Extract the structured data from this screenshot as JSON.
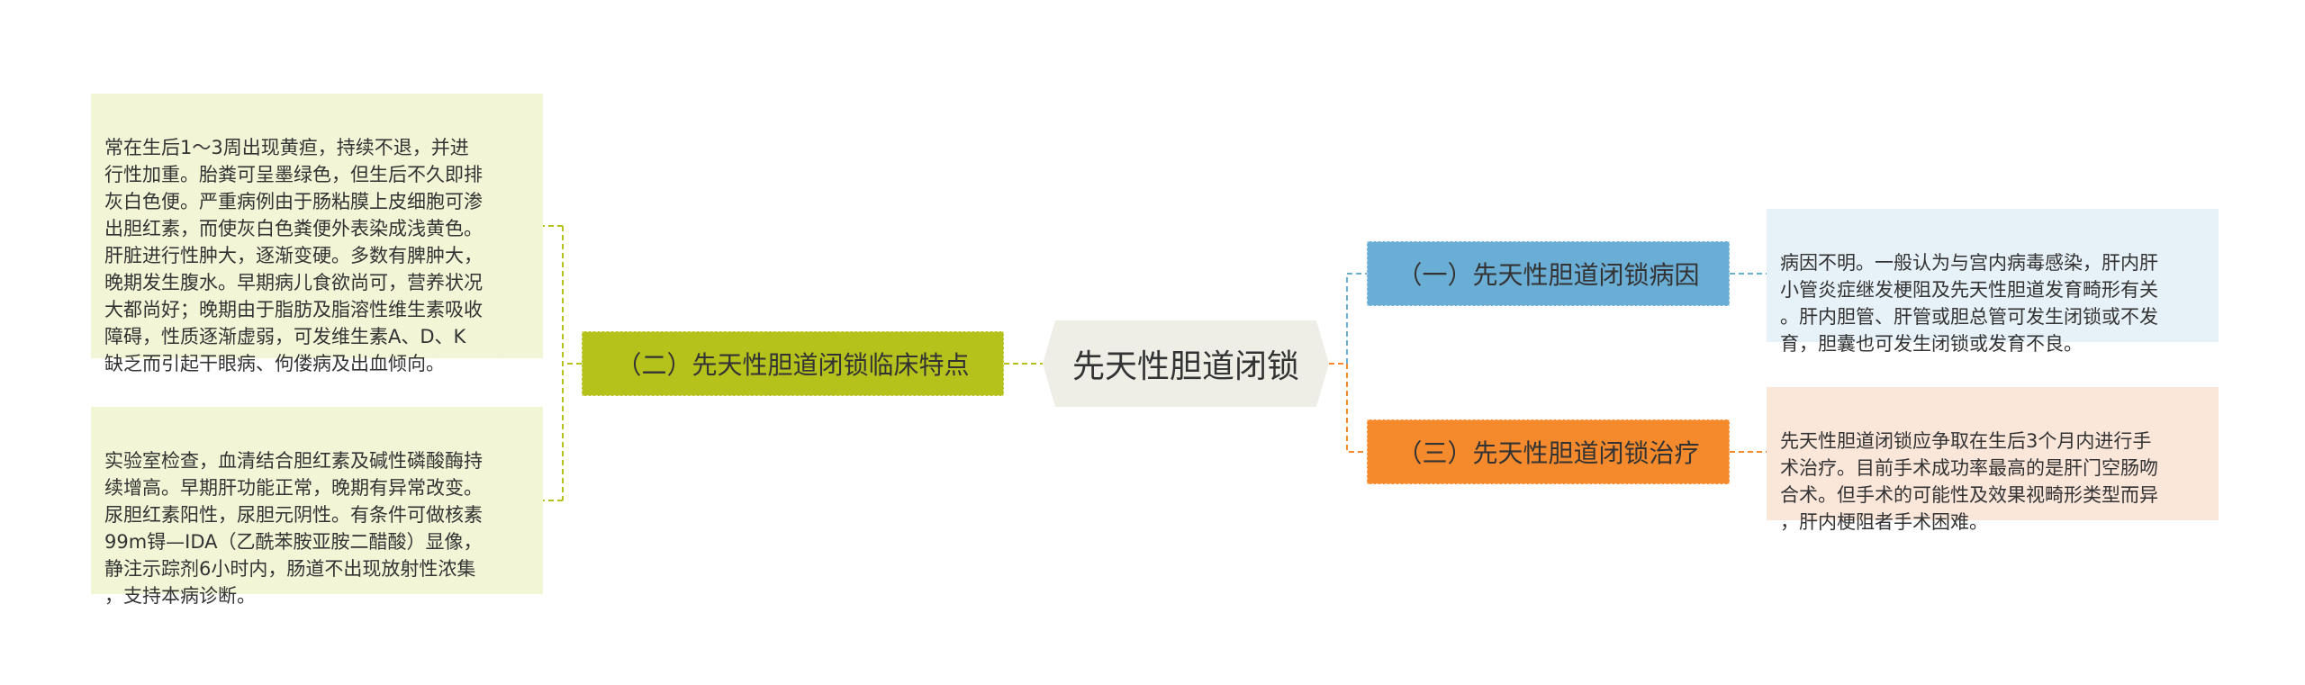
{
  "center": {
    "label": "先天性胆道闭锁"
  },
  "branches": {
    "clinical": {
      "label": "（二）先天性胆道闭锁临床特点",
      "color": "#b5c21c"
    },
    "cause": {
      "label": "（一）先天性胆道闭锁病因",
      "color": "#6aaed6"
    },
    "treatment": {
      "label": "（三）先天性胆道闭锁治疗",
      "color": "#f58a2c"
    }
  },
  "leaves": {
    "clinical_1": "常在生后1～3周出现黄疸，持续不退，并进\n行性加重。胎粪可呈墨绿色，但生后不久即排\n灰白色便。严重病例由于肠粘膜上皮细胞可渗\n出胆红素，而使灰白色粪便外表染成浅黄色。\n肝脏进行性肿大，逐渐变硬。多数有脾肿大，\n晚期发生腹水。早期病儿食欲尚可，营养状况\n大都尚好；晚期由于脂肪及脂溶性维生素吸收\n障碍，性质逐渐虚弱，可发维生素A、D、K\n缺乏而引起干眼病、佝偻病及出血倾向。",
    "clinical_2": "实验室检查，血清结合胆红素及碱性磷酸酶持\n续增高。早期肝功能正常，晚期有异常改变。\n尿胆红素阳性，尿胆元阴性。有条件可做核素\n99m锝—IDA（乙酰苯胺亚胺二醋酸）显像，\n静注示踪剂6小时内，肠道不出现放射性浓集\n，支持本病诊断。",
    "cause_1": "病因不明。一般认为与宫内病毒感染，肝内肝\n小管炎症继发梗阻及先天性胆道发育畸形有关\n。肝内胆管、肝管或胆总管可发生闭锁或不发\n育，胆囊也可发生闭锁或发育不良。",
    "treatment_1": "先天性胆道闭锁应争取在生后3个月内进行手\n术治疗。目前手术成功率最高的是肝门空肠吻\n合术。但手术的可能性及效果视畸形类型而异\n，肝内梗阻者手术困难。"
  }
}
